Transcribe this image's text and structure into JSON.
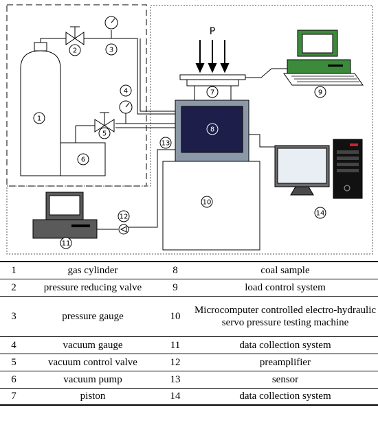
{
  "diagram": {
    "load_label": "P",
    "callouts": [
      "1",
      "2",
      "3",
      "4",
      "5",
      "6",
      "7",
      "8",
      "9",
      "10",
      "11",
      "12",
      "13",
      "14"
    ]
  },
  "legend": {
    "rows": [
      {
        "n1": "1",
        "name1": "gas cylinder",
        "n2": "8",
        "name2": "coal sample"
      },
      {
        "n1": "2",
        "name1": "pressure reducing valve",
        "n2": "9",
        "name2": "load control system"
      },
      {
        "n1": "3",
        "name1": "pressure gauge",
        "n2": "10",
        "name2": "Microcomputer controlled electro-hydraulic servo pressure testing machine"
      },
      {
        "n1": "4",
        "name1": "vacuum gauge",
        "n2": "11",
        "name2": "data collection system"
      },
      {
        "n1": "5",
        "name1": "vacuum control valve",
        "n2": "12",
        "name2": "preamplifier"
      },
      {
        "n1": "6",
        "name1": "vacuum pump",
        "n2": "13",
        "name2": "sensor"
      },
      {
        "n1": "7",
        "name1": "piston",
        "n2": "14",
        "name2": "data collection system"
      }
    ]
  },
  "colors": {
    "sample_dark": "#1e1e4a",
    "sample_frame": "#8c98a8",
    "monitor_green": "#3c8a3c",
    "monitor_dark": "#5a5a5a",
    "screen_light": "#ffffff"
  }
}
